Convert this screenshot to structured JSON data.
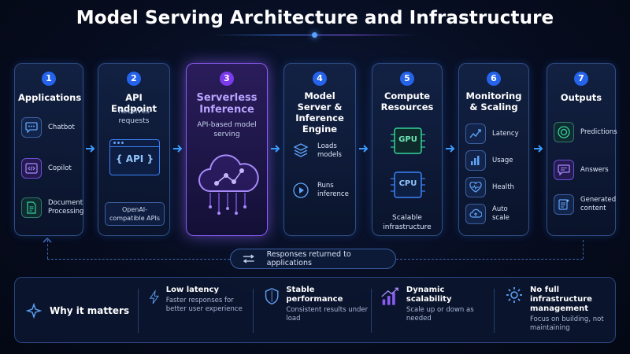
{
  "title": "Model Serving Architecture and Infrastructure",
  "stages": [
    {
      "num": "1",
      "title": "Applications",
      "items": [
        "Chatbot",
        "Copilot",
        "Document Processing"
      ],
      "icons": [
        "chat-bubble-icon",
        "code-window-icon",
        "document-icon"
      ]
    },
    {
      "num": "2",
      "title": "API Endpoint",
      "subtitle": "Receives requests",
      "api_label": "{ API }",
      "note": "OpenAI-compatible APIs"
    },
    {
      "num": "3",
      "title": "Serverless Inference",
      "subtitle": "API-based model serving"
    },
    {
      "num": "4",
      "title": "Model Server & Inference Engine",
      "items": [
        "Loads models",
        "Runs inference"
      ],
      "icons": [
        "layers-icon",
        "play-icon"
      ]
    },
    {
      "num": "5",
      "title": "Compute Resources",
      "chips": [
        "GPU",
        "CPU"
      ],
      "note": "Scalable infrastructure"
    },
    {
      "num": "6",
      "title": "Monitoring & Scaling",
      "items": [
        "Latency",
        "Usage",
        "Health",
        "Auto scale"
      ],
      "icons": [
        "trend-chart-icon",
        "bar-chart-icon",
        "heart-pulse-icon",
        "cloud-scale-icon"
      ]
    },
    {
      "num": "7",
      "title": "Outputs",
      "items": [
        "Predictions",
        "Answers",
        "Generated content"
      ],
      "icons": [
        "target-icon",
        "answer-bubble-icon",
        "generated-doc-icon"
      ]
    }
  ],
  "return_label": "Responses returned to applications",
  "why": {
    "heading": "Why it matters",
    "points": [
      {
        "title": "Low latency",
        "text": "Faster responses for better user experience"
      },
      {
        "title": "Stable performance",
        "text": "Consistent results under load"
      },
      {
        "title": "Dynamic scalability",
        "text": "Scale up or down as needed"
      },
      {
        "title": "No full infrastructure management",
        "text": "Focus on building, not maintaining"
      }
    ]
  },
  "colors": {
    "accent_blue": "#2563eb",
    "accent_purple": "#8b5cf6",
    "cyan": "#38bdf8",
    "green": "#34d399"
  }
}
